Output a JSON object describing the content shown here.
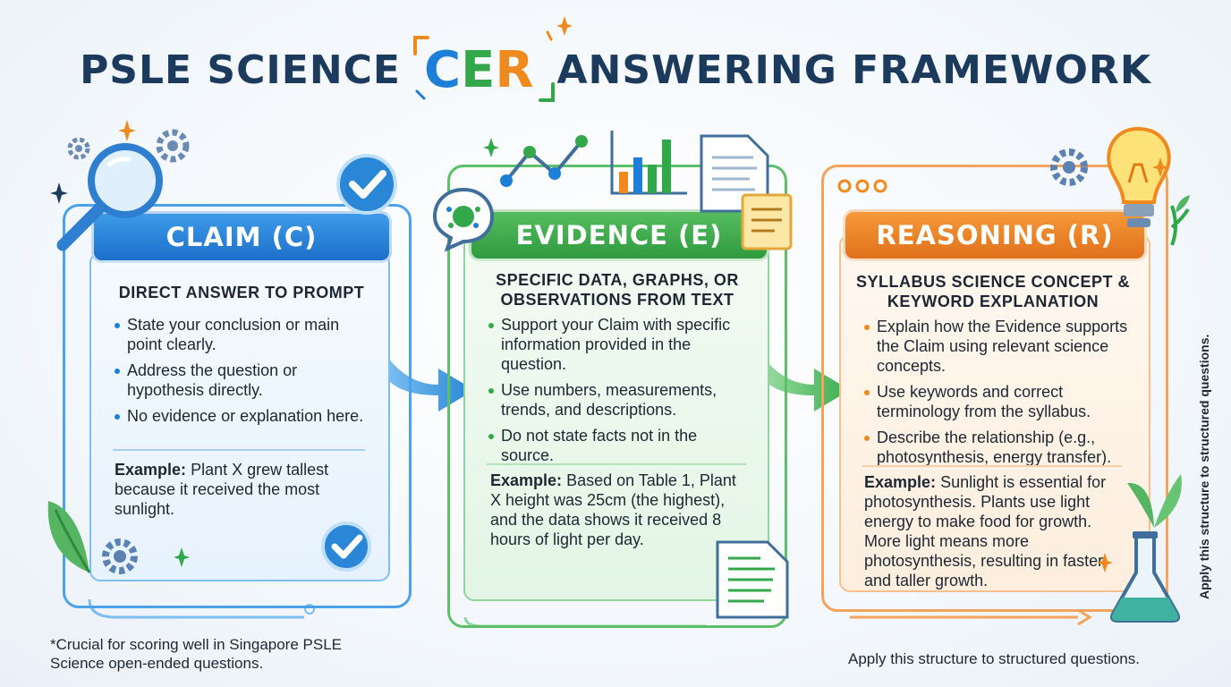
{
  "title": {
    "prefix": "PSLE SCIENCE",
    "acronym_c": "C",
    "acronym_e": "E",
    "acronym_r": "R",
    "suffix": "ANSWERING FRAMEWORK"
  },
  "cards": {
    "claim": {
      "header": "CLAIM (C)",
      "subhead": "DIRECT ANSWER TO PROMPT",
      "bullets": [
        "State your conclusion or main point clearly.",
        "Address the question or hypothesis directly.",
        "No evidence or explanation here."
      ],
      "example_label": "Example:",
      "example_text": "Plant X grew tallest because it received the most sunlight."
    },
    "evidence": {
      "header": "EVIDENCE (E)",
      "subhead": "SPECIFIC DATA, GRAPHS, OR OBSERVATIONS FROM TEXT",
      "bullets": [
        "Support your Claim with specific information provided in the question.",
        "Use numbers, measurements, trends, and descriptions.",
        "Do not state facts not in the source."
      ],
      "example_label": "Example:",
      "example_text": "Based on Table 1, Plant X height was 25cm (the highest), and the data shows it received 8 hours of light per day."
    },
    "reasoning": {
      "header": "REASONING (R)",
      "subhead": "SYLLABUS SCIENCE CONCEPT & KEYWORD EXPLANATION",
      "bullets": [
        "Explain how the Evidence supports the Claim using relevant science concepts.",
        "Use keywords and correct terminology from the syllabus.",
        "Describe the relationship (e.g., photosynthesis, energy transfer)."
      ],
      "example_label": "Example:",
      "example_text": "Sunlight is essential for photosynthesis. Plants use light energy to make food for growth. More light means more photosynthesis, resulting in faster and taller growth."
    }
  },
  "footnotes": {
    "left": "*Crucial for scoring well in Singapore PSLE Science open-ended questions.",
    "right": "Apply this structure to structured questions.",
    "side": "Apply this structure to structured questions."
  },
  "colors": {
    "claim": "#1e7fd8",
    "evidence": "#33a84a",
    "reasoning": "#f08a1e",
    "title": "#1b3a5c"
  }
}
